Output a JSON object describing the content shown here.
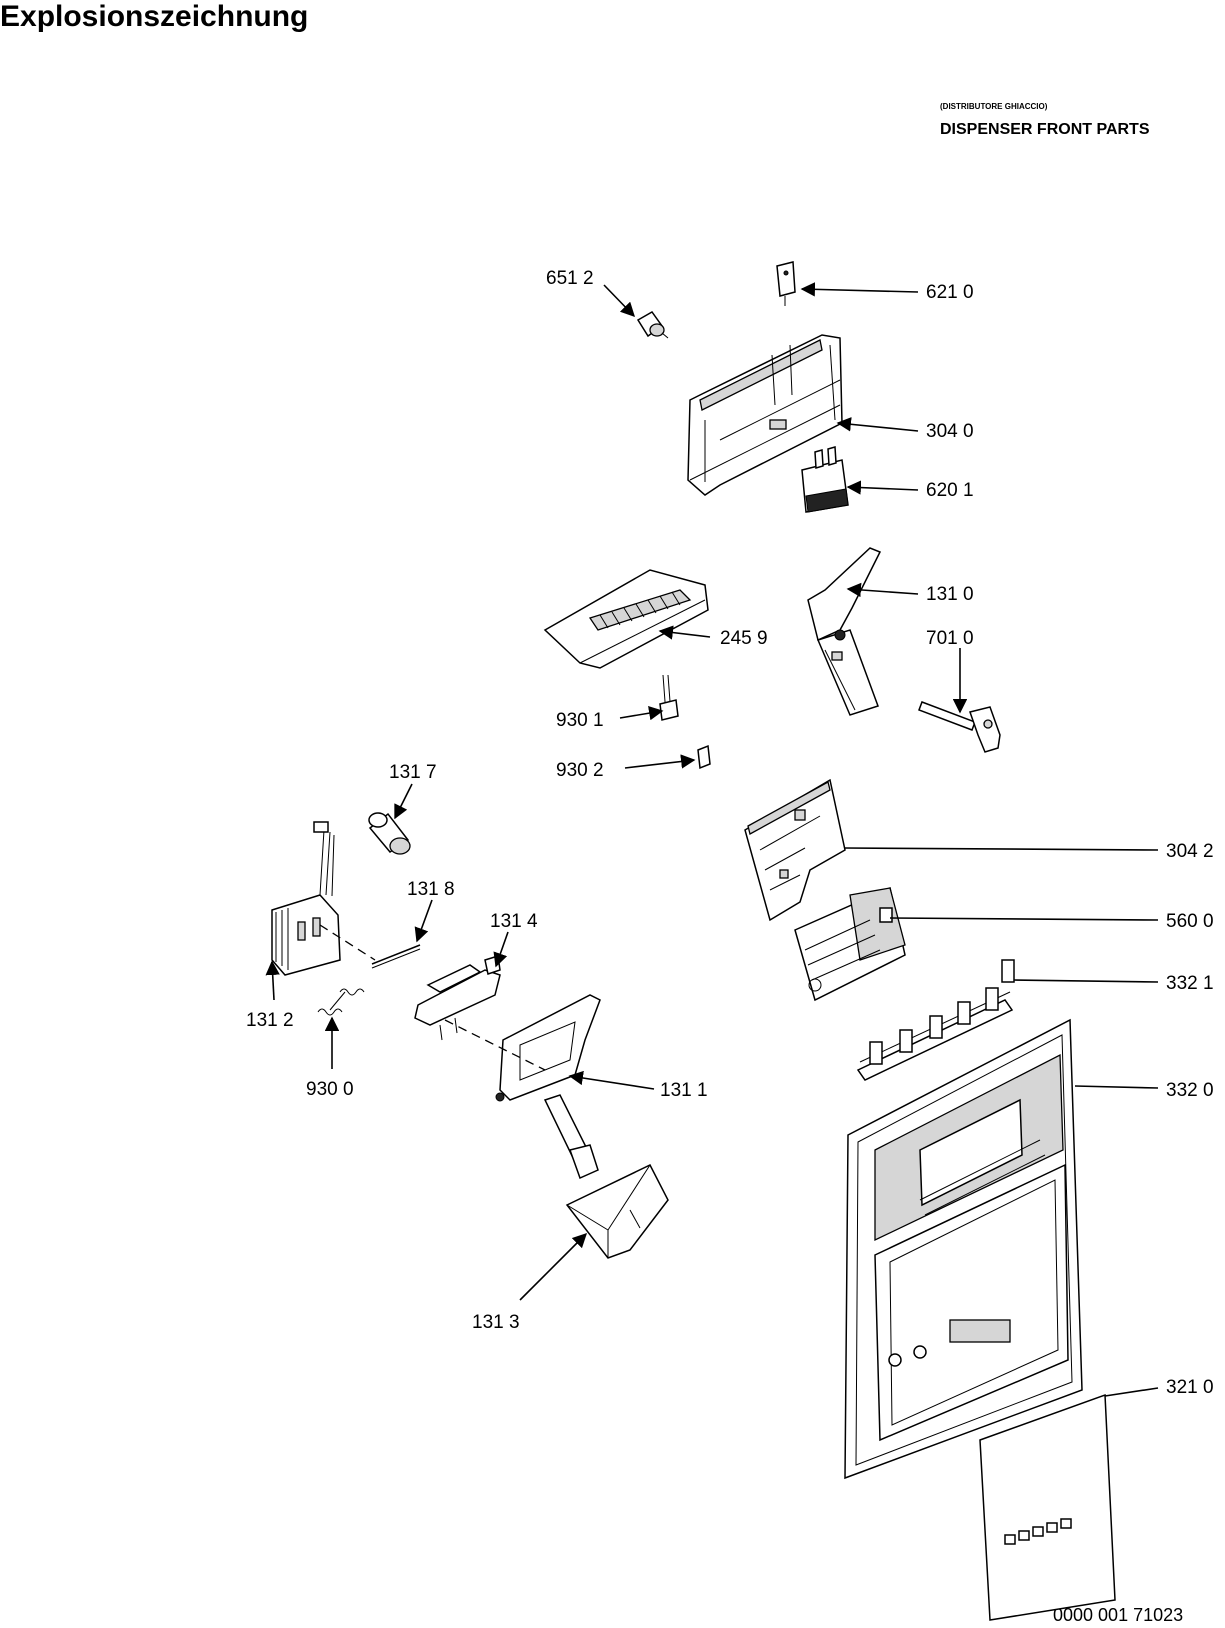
{
  "page": {
    "title": "Explosionszeichnung",
    "subnote": "(DISTRIBUTORE GHIACCIO)",
    "heading": "DISPENSER FRONT PARTS",
    "doc_number": "0000 001 71023"
  },
  "callouts": [
    {
      "id": "651-2",
      "label": "651 2"
    },
    {
      "id": "621-0",
      "label": "621 0"
    },
    {
      "id": "304-0",
      "label": "304 0"
    },
    {
      "id": "620-1",
      "label": "620 1"
    },
    {
      "id": "131-0",
      "label": "131 0"
    },
    {
      "id": "245-9",
      "label": "245 9"
    },
    {
      "id": "701-0",
      "label": "701 0"
    },
    {
      "id": "930-1",
      "label": "930 1"
    },
    {
      "id": "930-2",
      "label": "930 2"
    },
    {
      "id": "131-7",
      "label": "131 7"
    },
    {
      "id": "304-2",
      "label": "304 2"
    },
    {
      "id": "131-8",
      "label": "131 8"
    },
    {
      "id": "131-4",
      "label": "131 4"
    },
    {
      "id": "560-0",
      "label": "560 0"
    },
    {
      "id": "332-1",
      "label": "332 1"
    },
    {
      "id": "131-2",
      "label": "131 2"
    },
    {
      "id": "131-1",
      "label": "131 1"
    },
    {
      "id": "332-0",
      "label": "332 0"
    },
    {
      "id": "930-0",
      "label": "930 0"
    },
    {
      "id": "131-3",
      "label": "131 3"
    },
    {
      "id": "321-0",
      "label": "321 0"
    }
  ]
}
